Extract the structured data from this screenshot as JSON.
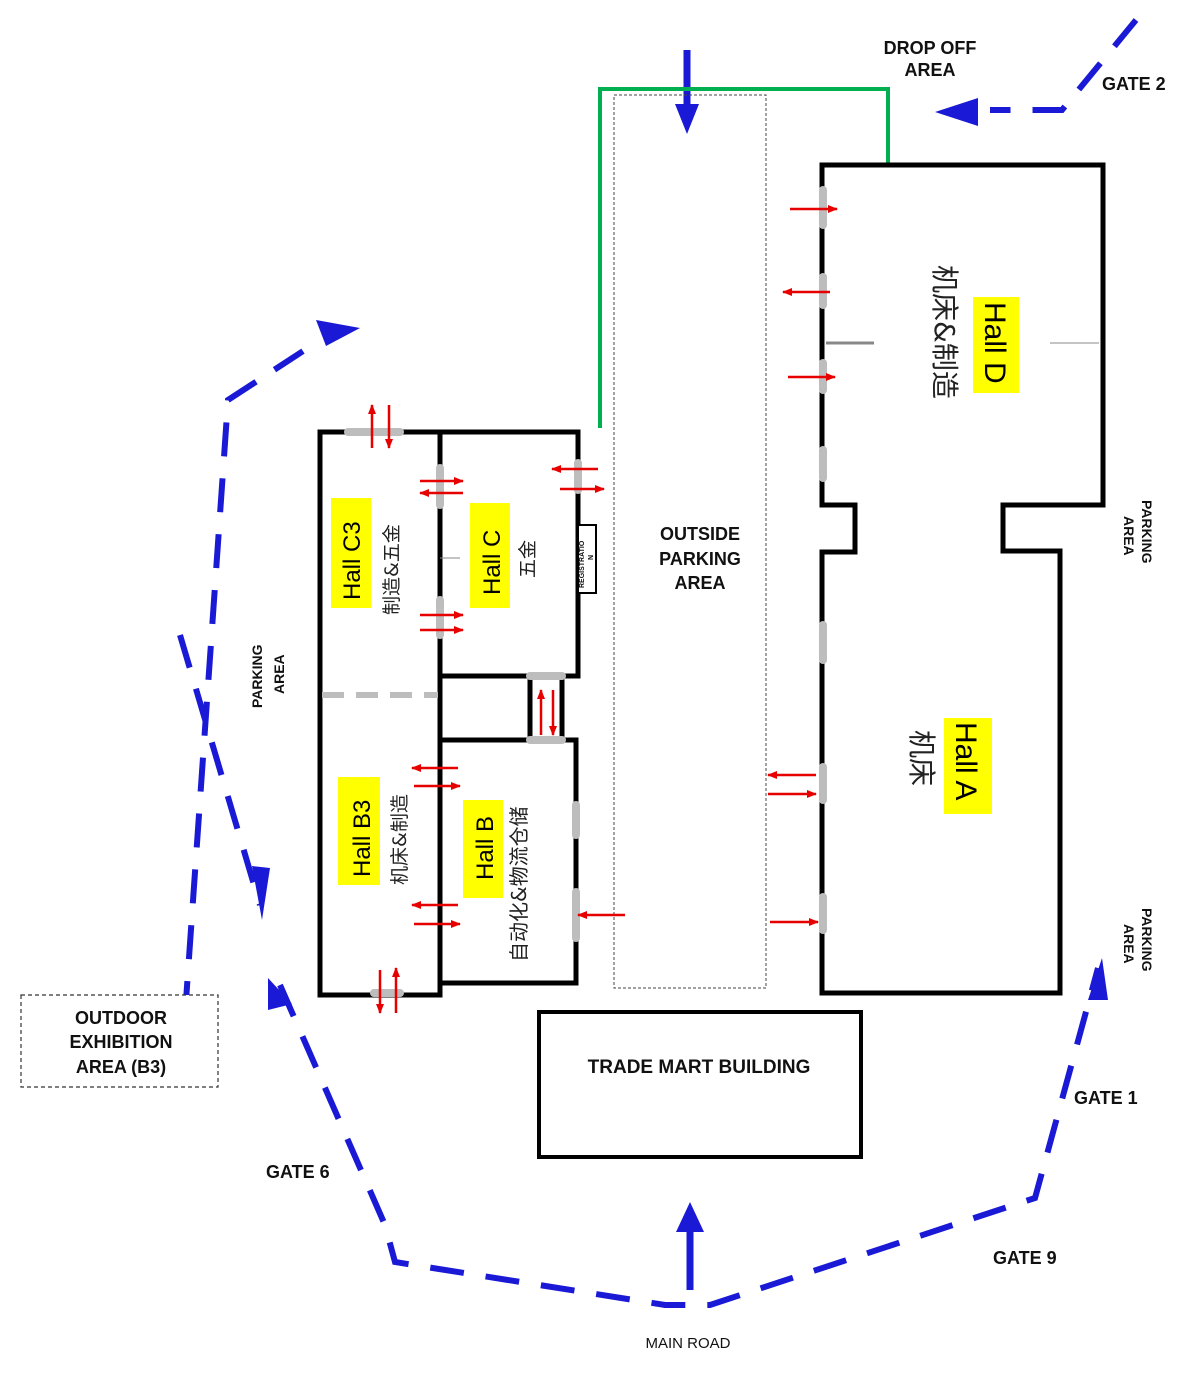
{
  "labels": {
    "drop_off": [
      "DROP OFF",
      "AREA"
    ],
    "gate2": "GATE 2",
    "gate1": "GATE 1",
    "gate6": "GATE 6",
    "gate9": "GATE 9",
    "main_road": "MAIN ROAD",
    "outside_parking": [
      "OUTSIDE",
      "PARKING",
      "AREA"
    ],
    "parking_left": [
      "PARKING",
      "AREA"
    ],
    "parking_right_top": [
      "PARKING",
      "AREA"
    ],
    "parking_right_bottom": [
      "PARKING",
      "AREA"
    ],
    "outdoor_exhibition": [
      "OUTDOOR",
      "EXHIBITION",
      "AREA (B3)"
    ],
    "trade_mart": "TRADE MART BUILDING",
    "registration": [
      "REGISTRATIO",
      "N"
    ]
  },
  "halls": {
    "d": {
      "name": "Hall D",
      "desc": "机床&制造"
    },
    "a": {
      "name": "Hall A",
      "desc": "机床"
    },
    "c3": {
      "name": "Hall C3",
      "desc": "制造&五金"
    },
    "c": {
      "name": "Hall C",
      "desc": "五金"
    },
    "b3": {
      "name": "Hall B3",
      "desc": "机床&制造"
    },
    "b": {
      "name": "Hall B",
      "desc": "自动化&物流仓储"
    }
  },
  "colors": {
    "hall_highlight": "#ffff00",
    "route": "#1a1ad6",
    "door_arrow": "#e60000",
    "green_path": "#00b050",
    "door": "#bdbdbd"
  }
}
